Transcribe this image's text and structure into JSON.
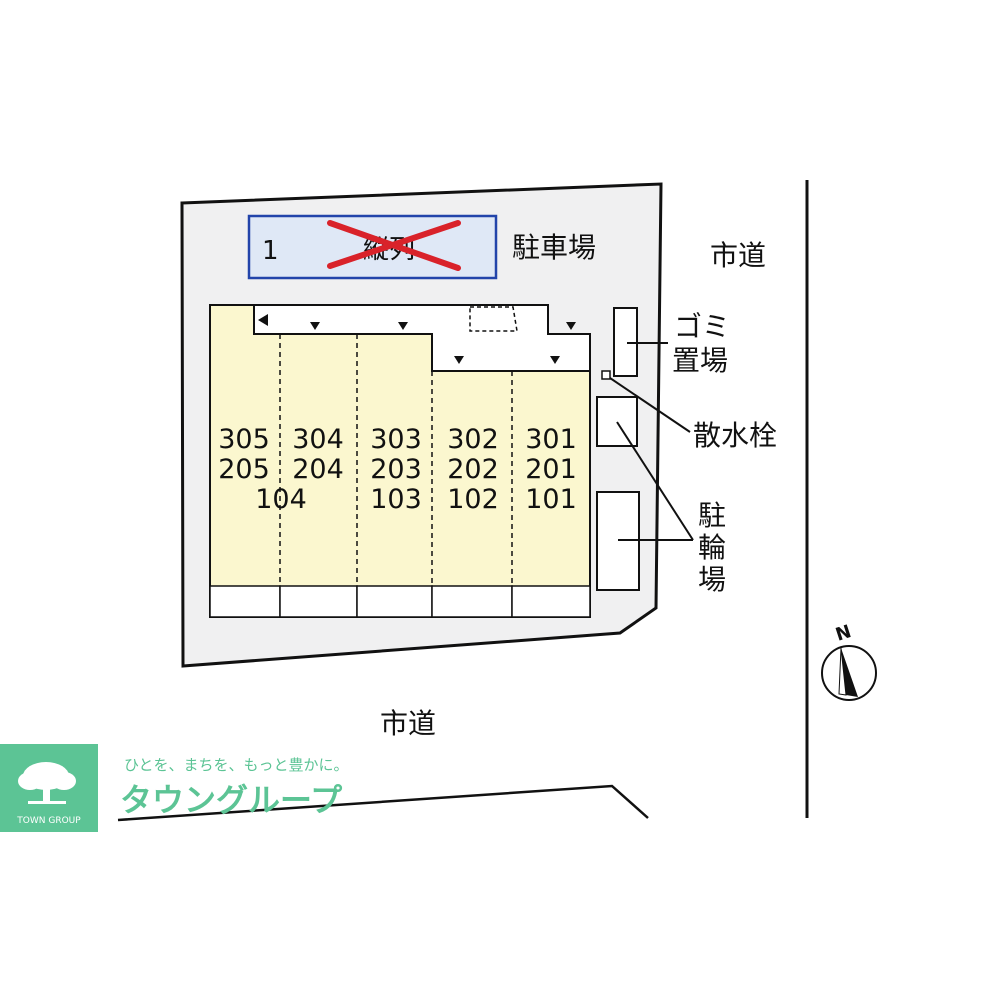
{
  "parking": {
    "space_number": "1",
    "crossed_text": "縦列",
    "label": "駐車場"
  },
  "roads": {
    "east": "市道",
    "south": "市道"
  },
  "facilities": {
    "garbage_line1": "ゴミ",
    "garbage_line2": "置場",
    "hydrant": "散水栓",
    "bike_line1": "駐",
    "bike_line2": "輪",
    "bike_line3": "場"
  },
  "units": {
    "col1": [
      "305",
      "205",
      "104"
    ],
    "col2": [
      "304",
      "204",
      ""
    ],
    "col3": [
      "303",
      "203",
      "103"
    ],
    "col4": [
      "302",
      "202",
      "102"
    ],
    "col5": [
      "301",
      "201",
      "101"
    ]
  },
  "compass": {
    "north": "N"
  },
  "brand": {
    "tagline": "ひとを、まちを、もっと豊かに。",
    "name": "タウングループ",
    "logo_text": "TOWN GROUP"
  },
  "colors": {
    "lot": "#f0f0f1",
    "building": "#fbf7cf",
    "parking": "#dfe8f6",
    "parking_border": "#2244aa",
    "cross": "#d9222a",
    "brand": "#5cc495"
  }
}
